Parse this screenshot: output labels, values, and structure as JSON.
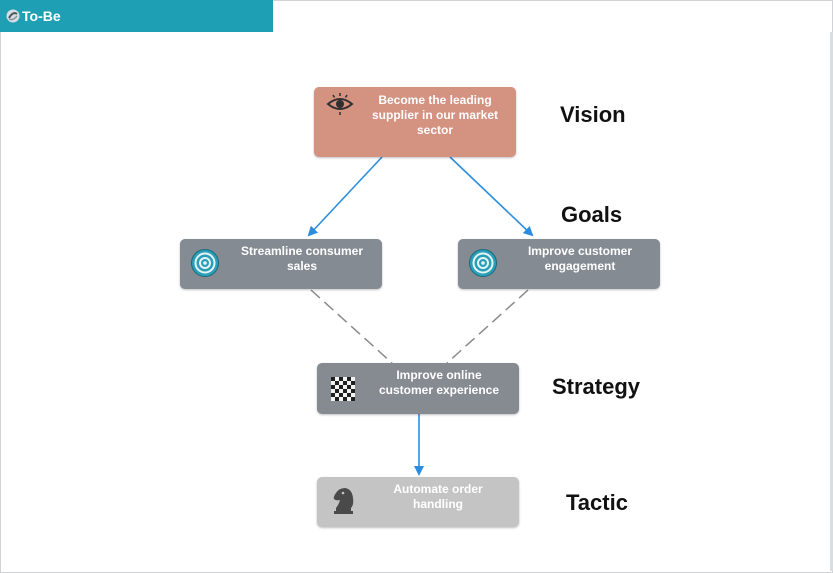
{
  "tab": {
    "title": "To-Be"
  },
  "colors": {
    "tab": "#1e9fb4",
    "vision_node": "#d49281",
    "goal_node": "#848b92",
    "strategy_node": "#858b91",
    "tactic_node": "#c4c4c4",
    "arrow": "#2b8de0",
    "dashed_link": "#8a8a8a"
  },
  "levels": {
    "vision": "Vision",
    "goals": "Goals",
    "strategy": "Strategy",
    "tactic": "Tactic"
  },
  "nodes": {
    "vision": {
      "text": "Become the leading supplier in our market sector",
      "icon": "eye-icon"
    },
    "goal_left": {
      "text": "Streamline consumer sales",
      "icon": "target-icon"
    },
    "goal_right": {
      "text": "Improve customer engagement",
      "icon": "target-icon"
    },
    "strategy": {
      "text": "Improve online customer experience",
      "icon": "chessboard-icon"
    },
    "tactic": {
      "text": "Automate order handling",
      "icon": "chess-knight-icon"
    }
  }
}
